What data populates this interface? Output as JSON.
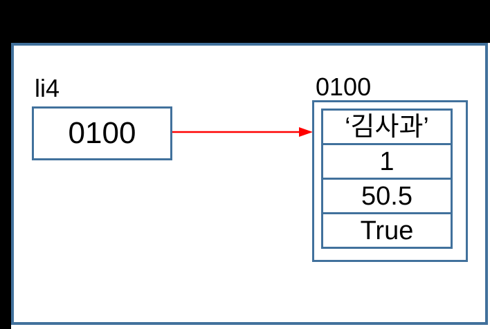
{
  "diagram": {
    "variable": {
      "name": "li4",
      "value": "0100"
    },
    "memory": {
      "address": "0100",
      "values": [
        "‘김사과’",
        "1",
        "50.5",
        "True"
      ]
    },
    "arrow": {
      "from": "li4",
      "to": "0100",
      "direction": "right"
    },
    "colors": {
      "background_bands": "#000000",
      "panel_background": "#FFFFFF",
      "box_border": "#41719C",
      "arrow": "#FF0000",
      "text": "#000000"
    }
  }
}
